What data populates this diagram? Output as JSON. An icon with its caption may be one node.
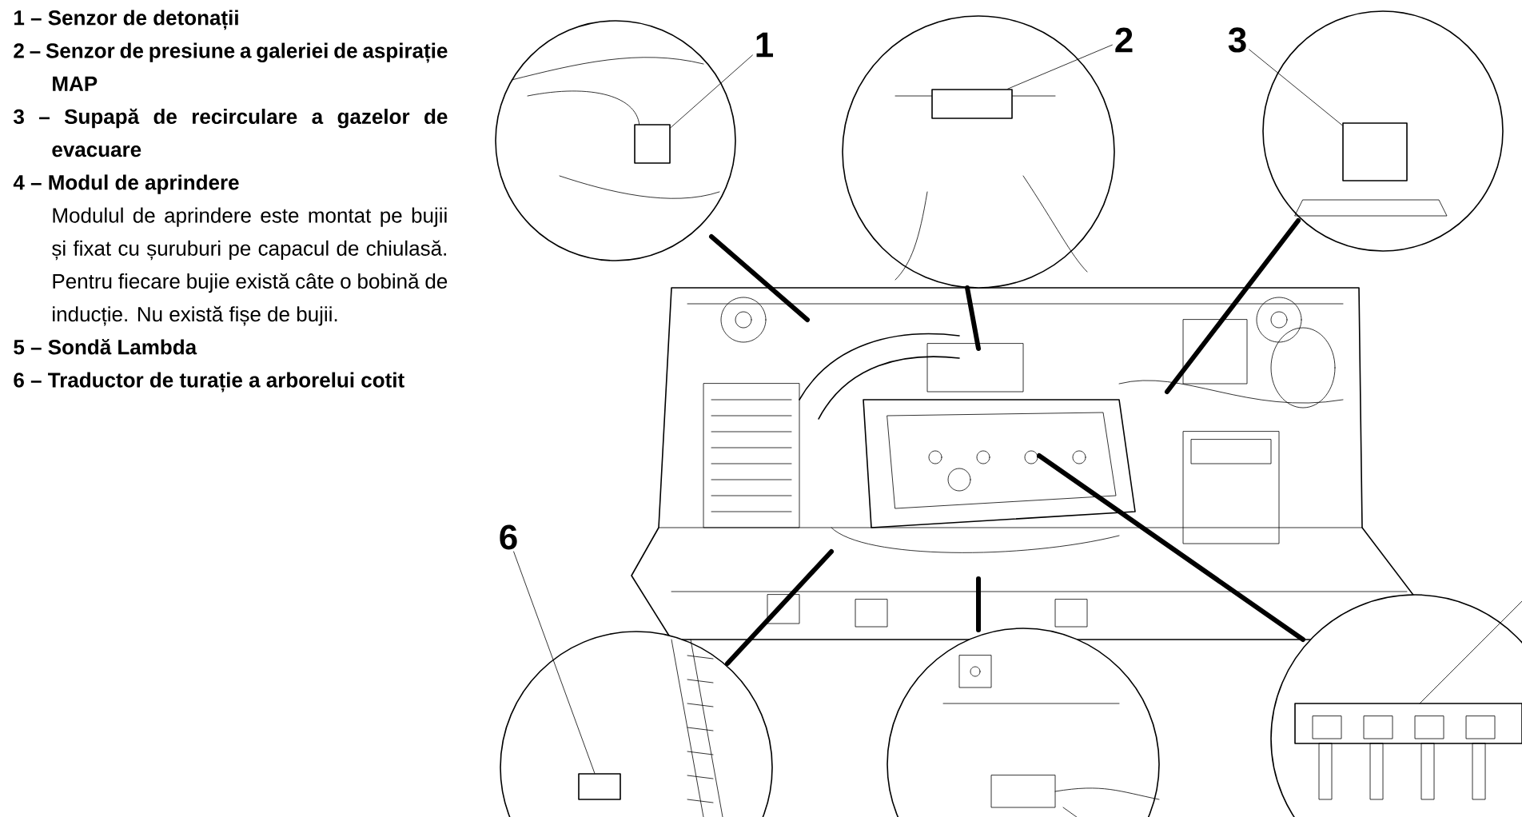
{
  "diagram": {
    "nodes": [
      {
        "text": [
          "1"
        ]
      },
      {
        "text": [
          "2"
        ]
      },
      {
        "text": [
          "3"
        ]
      },
      {
        "text": [
          "6"
        ]
      },
      {
        "text": [],
        "shape": "box"
      },
      {
        "text": [],
        "shape": "box"
      },
      {
        "text": [],
        "shape": "box"
      },
      {
        "text": [],
        "shape": "box"
      }
    ],
    "edges": [
      {
        "from": 0,
        "to": 4,
        "arrow": "none"
      },
      {
        "from": 1,
        "to": 5,
        "arrow": "none"
      },
      {
        "from": 2,
        "to": 6,
        "arrow": "none"
      },
      {
        "from": 3,
        "to": 7,
        "arrow": "none"
      }
    ],
    "labels": [
      "1 – Senzor de detonații",
      "2 – Senzor de presiune a galeriei de aspirație MAP",
      "3 – Supapă de recirculare a gazelor de evacuare",
      "4 – Modul de aprindere",
      "Modulul de aprindere este montat pe bujii și fixat cu șuruburi pe capacul de chiulasă. Pentru fiecare bujie există câte o bobină de inducție. Nu există fișe de bujii.",
      "5 – Sondă Lambda",
      "6 – Traductor de turație a arborelui cotit"
    ]
  }
}
